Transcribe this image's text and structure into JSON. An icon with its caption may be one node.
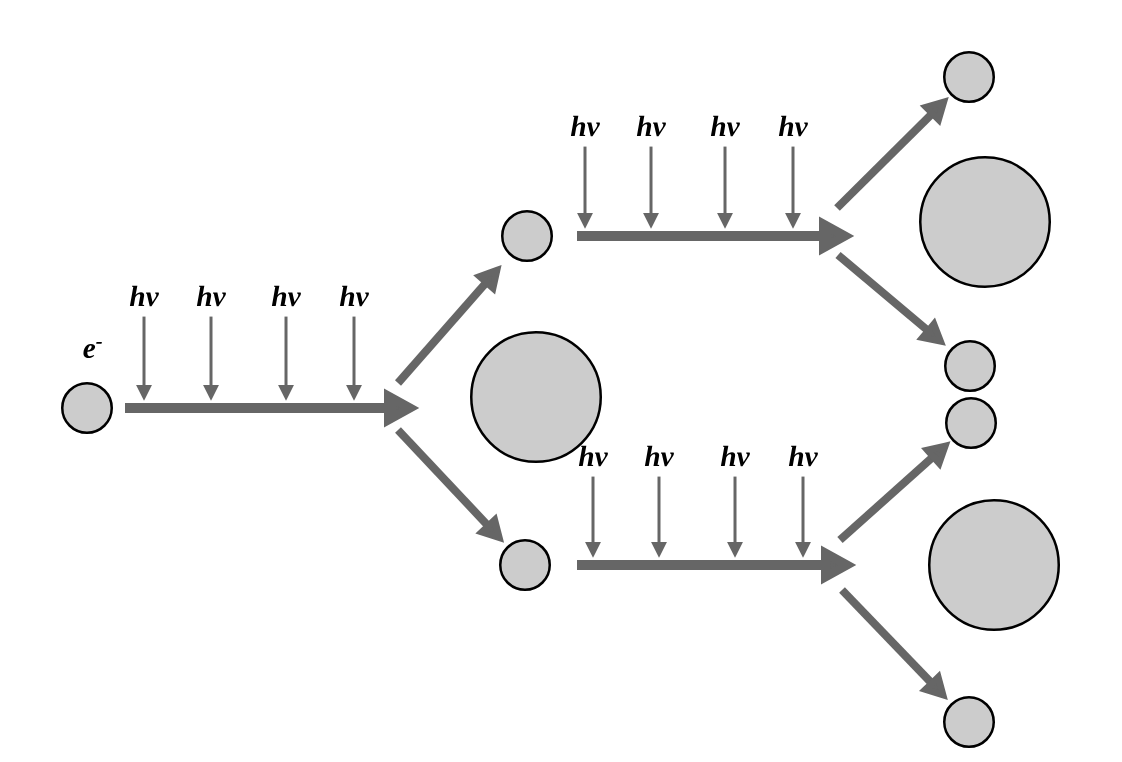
{
  "diagram": {
    "nodes": [
      {
        "text": [],
        "shape": "circle",
        "beside": [
          "e$^{-}$"
        ]
      },
      {
        "text": [],
        "shape": "circle"
      },
      {
        "text": [],
        "shape": "circle"
      },
      {
        "text": [],
        "shape": "circle"
      },
      {
        "text": [],
        "shape": "circle"
      },
      {
        "text": [],
        "shape": "circle"
      },
      {
        "text": [],
        "shape": "circle"
      },
      {
        "text": [],
        "shape": "circle"
      },
      {
        "text": [],
        "shape": "circle"
      },
      {
        "text": [],
        "shape": "circle"
      },
      {
        "text": [
          "hν"
        ]
      },
      {
        "text": [
          "hν"
        ]
      },
      {
        "text": [
          "hν"
        ]
      },
      {
        "text": [
          "hν"
        ]
      },
      {
        "text": [
          "hν"
        ]
      },
      {
        "text": [
          "hν"
        ]
      },
      {
        "text": [
          "hν"
        ]
      },
      {
        "text": [
          "hν"
        ]
      },
      {
        "text": [
          "hν"
        ]
      },
      {
        "text": [
          "hν"
        ]
      },
      {
        "text": [
          "hν"
        ]
      },
      {
        "text": [
          "hν"
        ]
      }
    ],
    "edges": [
      {
        "from": 0,
        "to": null,
        "arrow": "to",
        "style": "thick"
      },
      {
        "from": null,
        "to": 2,
        "arrow": "to",
        "style": "thick"
      },
      {
        "from": null,
        "to": 3,
        "arrow": "to",
        "style": "thick"
      },
      {
        "from": 2,
        "to": null,
        "arrow": "to",
        "style": "thick"
      },
      {
        "from": 3,
        "to": null,
        "arrow": "to",
        "style": "thick"
      },
      {
        "from": null,
        "to": 4,
        "arrow": "to",
        "style": "thick"
      },
      {
        "from": null,
        "to": 6,
        "arrow": "to",
        "style": "thick"
      },
      {
        "from": null,
        "to": 7,
        "arrow": "to",
        "style": "thick"
      },
      {
        "from": null,
        "to": 9,
        "arrow": "to",
        "style": "thick"
      },
      {
        "from": 10,
        "to": null,
        "arrow": "to"
      },
      {
        "from": 11,
        "to": null,
        "arrow": "to"
      },
      {
        "from": 12,
        "to": null,
        "arrow": "to"
      },
      {
        "from": 13,
        "to": null,
        "arrow": "to"
      },
      {
        "from": 14,
        "to": null,
        "arrow": "to"
      },
      {
        "from": 15,
        "to": null,
        "arrow": "to"
      },
      {
        "from": 16,
        "to": null,
        "arrow": "to"
      },
      {
        "from": 17,
        "to": null,
        "arrow": "to"
      },
      {
        "from": 18,
        "to": null,
        "arrow": "to"
      },
      {
        "from": 19,
        "to": null,
        "arrow": "to"
      },
      {
        "from": 20,
        "to": null,
        "arrow": "to"
      },
      {
        "from": 21,
        "to": null,
        "arrow": "to"
      }
    ]
  }
}
